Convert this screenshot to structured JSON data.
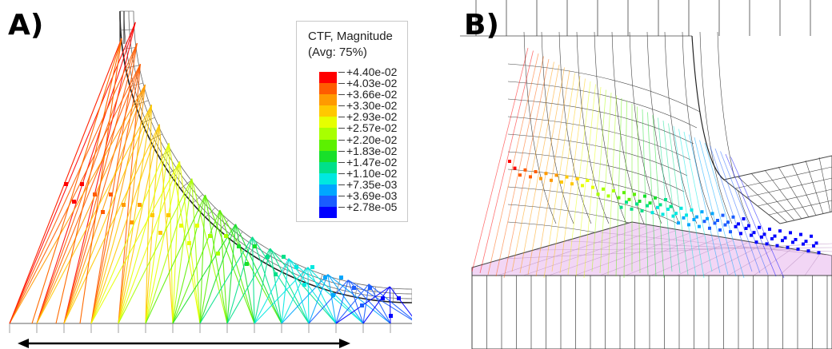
{
  "panels": {
    "a": {
      "label": "A)"
    },
    "b": {
      "label": "B)"
    }
  },
  "legend": {
    "title": "CTF, Magnitude",
    "subtitle": "(Avg: 75%)",
    "entries": [
      {
        "value": "+4.40e-02",
        "color": "#ff0000"
      },
      {
        "value": "+4.03e-02",
        "color": "#ff5c00"
      },
      {
        "value": "+3.66e-02",
        "color": "#ff9a00"
      },
      {
        "value": "+3.30e-02",
        "color": "#ffc800"
      },
      {
        "value": "+2.93e-02",
        "color": "#e6ff00"
      },
      {
        "value": "+2.57e-02",
        "color": "#a8ff00"
      },
      {
        "value": "+2.20e-02",
        "color": "#5cf000"
      },
      {
        "value": "+1.83e-02",
        "color": "#18e02a"
      },
      {
        "value": "+1.47e-02",
        "color": "#00e08a"
      },
      {
        "value": "+1.10e-02",
        "color": "#00e8e0"
      },
      {
        "value": "+7.35e-03",
        "color": "#00a6ff"
      },
      {
        "value": "+3.69e-03",
        "color": "#1a5cff"
      },
      {
        "value": "+2.78e-05",
        "color": "#0000ff"
      }
    ]
  },
  "colors": {
    "mesh": "#444444",
    "plate": "#f2d6f5",
    "arrow": "#000000"
  }
}
